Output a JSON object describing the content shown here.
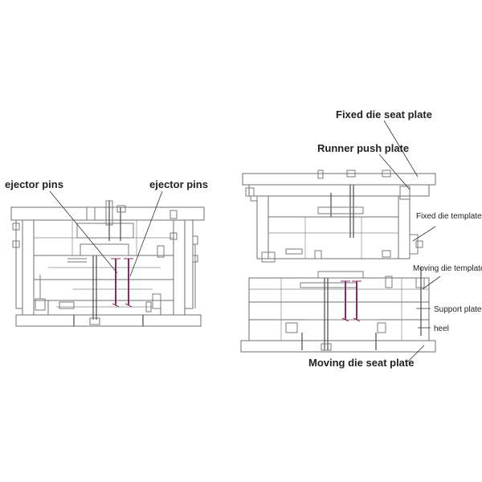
{
  "labels": {
    "ejector_pins_left": "ejector pins",
    "ejector_pins_right": "ejector pins",
    "fixed_die_seat_plate": "Fixed die seat plate",
    "runner_push_plate": "Runner push plate",
    "fixed_die_template": "Fixed die template",
    "moving_die_template": "Moving die template",
    "support_plate": "Support plate",
    "heel": "heel",
    "moving_die_seat_plate": "Moving die seat plate"
  },
  "colors": {
    "line": "#6f6f6f",
    "ejector_pin": "#8b2a6a",
    "label_text": "#222222"
  }
}
